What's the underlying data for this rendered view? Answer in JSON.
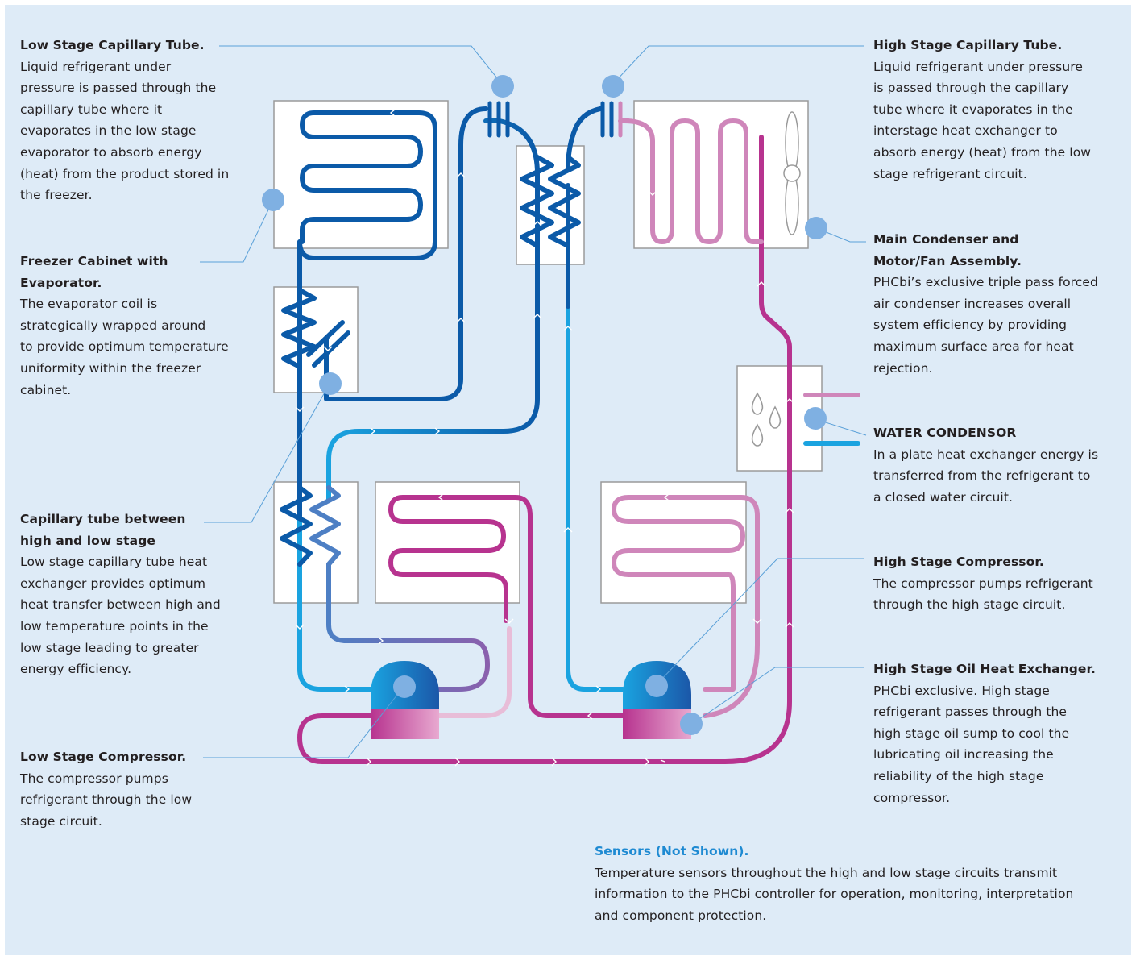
{
  "colors": {
    "background": "#deebf7",
    "low_side_blue": "#0b5aa8",
    "light_blue": "#1aa3e0",
    "magenta": "#b7338f",
    "pink": "#cf86ba",
    "light_pink": "#e8bdd8",
    "callout_dot": "#7fb0e2",
    "sensors_title": "#1e8ad2"
  },
  "labels": {
    "low_cap": {
      "title": "Low Stage Capillary Tube.",
      "body": "Liquid refrigerant under\npressure is passed through the\ncapillary tube where it\nevaporates in the low stage\nevaporator to absorb energy\n(heat) from the product stored in\nthe freezer."
    },
    "freezer": {
      "title": "Freezer Cabinet with\nEvaporator.",
      "body": "The evaporator coil is\nstrategically wrapped around\nto provide optimum temperature\nuniformity within the freezer\ncabinet."
    },
    "cap_between": {
      "title": "Capillary tube between\nhigh and low stage",
      "body": "Low stage capillary tube heat\nexchanger provides optimum\nheat transfer between high and\nlow temperature points in the\nlow stage leading to greater\nenergy efficiency."
    },
    "low_comp": {
      "title": "Low Stage Compressor.",
      "body": "The compressor pumps\nrefrigerant through the low\nstage circuit."
    },
    "high_cap": {
      "title": "High Stage Capillary Tube.",
      "body": "Liquid refrigerant under pressure\nis passed through the capillary\ntube where it evaporates in the\ninterstage heat exchanger to\nabsorb energy (heat) from the low\nstage refrigerant circuit."
    },
    "condenser": {
      "title": "Main Condenser and\nMotor/Fan Assembly.",
      "body": "PHCbi’s exclusive triple pass forced\nair condenser increases overall\nsystem efficiency by providing\nmaximum surface area for heat\nrejection."
    },
    "water": {
      "title": "WATER CONDENSOR",
      "body": "In a  plate heat exchanger energy is\ntransferred from the refrigerant to\na closed water circuit."
    },
    "high_comp": {
      "title": "High Stage Compressor.",
      "body": "The compressor pumps refrigerant\nthrough the high stage circuit."
    },
    "oil_hx": {
      "title": "High Stage Oil Heat Exchanger.",
      "body": "PHCbi exclusive. High stage\nrefrigerant passes through the\nhigh stage oil sump to cool the\nlubricating oil increasing the\nreliability of the high stage\ncompressor."
    },
    "sensors": {
      "title": "Sensors (Not Shown).",
      "body": "Temperature sensors throughout the high and low stage circuits transmit\ninformation to the PHCbi controller for operation, monitoring, interpretation\nand component protection."
    }
  }
}
